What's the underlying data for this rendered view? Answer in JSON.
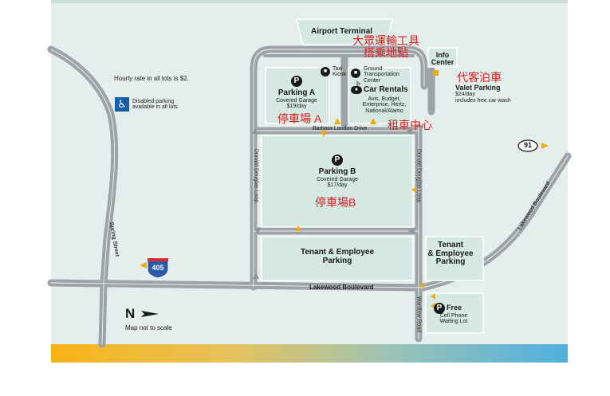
{
  "map": {
    "airport_terminal": "Airport Terminal",
    "info_center": [
      "Info",
      "Center"
    ],
    "taxi_kiosk": [
      "Taxi",
      "Kiosk"
    ],
    "ground_transportation": [
      "Ground",
      "Transportation",
      "Center"
    ],
    "car_rentals": {
      "title": "Car Rentals",
      "companies": [
        "Avis, Budget,",
        "Enterprise, Hertz,",
        "National/Alamo"
      ]
    },
    "parking_a": {
      "title": "Parking A",
      "type": "Covered Garage",
      "rate": "$19/day"
    },
    "parking_b": {
      "title": "Parking B",
      "type": "Covered Garage",
      "rate": "$17/day"
    },
    "valet": {
      "title": "Valet Parking",
      "rate": "$24/day",
      "note": "includes free car wash"
    },
    "tenant_employee_center": [
      "Tenant & Employee",
      "Parking"
    ],
    "tenant_employee_right": [
      "Tenant",
      "& Employee",
      "Parking"
    ],
    "cell_phone_lot": [
      "Free",
      "Cell Phone",
      "Waiting Lot"
    ],
    "hourly_rate_note": "Hourly rate in all lots is $2.",
    "disabled_note": [
      "Disabled parking",
      "available in all lots."
    ],
    "roads": {
      "barbara_london": "Barbara London Drive",
      "donald_douglas_left": "Donald Douglas Loop",
      "donald_douglas_right": "Donald Douglas Loop",
      "lakewood_blvd_h": "Lakewood Boulevard",
      "lakewood_blvd_diag": "Lakewood Boulevard",
      "spring_street": "Spring Street",
      "wardlow_road": "Wardlow Road"
    },
    "shields": {
      "ca_91": "91",
      "i_405": "405"
    },
    "north": "N",
    "scale_note": "Map not to scale",
    "annotations": {
      "public_transport": [
        "大眾運輸工具",
        "搭乘地點"
      ],
      "valet_zh": "代客泊車",
      "parking_a_zh": "停車場 A",
      "car_rental_zh": "租車中心",
      "parking_b_zh": "停車場B"
    },
    "colors": {
      "background": "#e4eeec",
      "lot": "#d5e8e1",
      "road": "#9da3a7",
      "accent": "#f5a800",
      "annotation_red": "#d81e1e",
      "i405_blue": "#2b5aa6",
      "i405_red": "#d32f2f"
    }
  }
}
